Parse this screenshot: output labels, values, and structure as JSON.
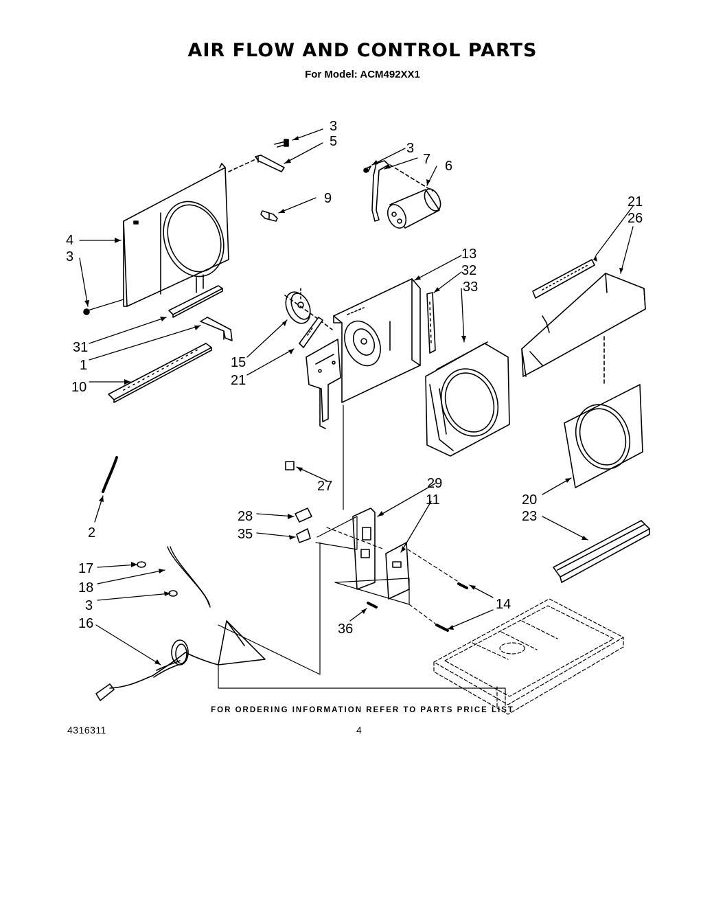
{
  "header": {
    "title": "AIR FLOW AND CONTROL PARTS",
    "subtitle": "For Model: ACM492XX1"
  },
  "footer": {
    "ordering_note": "FOR ORDERING INFORMATION REFER TO PARTS PRICE LIST",
    "doc_number": "4316311",
    "page_number": "4"
  },
  "labels": {
    "p3a": "3",
    "p5": "5",
    "p3b": "3",
    "p7": "7",
    "p6": "6",
    "p9": "9",
    "p4": "4",
    "p3c": "3",
    "p21a": "21",
    "p26": "26",
    "p13": "13",
    "p32": "32",
    "p33": "33",
    "p31": "31",
    "p1": "1",
    "p15": "15",
    "p21b": "21",
    "p10": "10",
    "p27": "27",
    "p29": "29",
    "p11": "11",
    "p28": "28",
    "p35": "35",
    "p2": "2",
    "p20": "20",
    "p23": "23",
    "p17": "17",
    "p18": "18",
    "p3d": "3",
    "p14": "14",
    "p16": "16",
    "p36": "36"
  }
}
